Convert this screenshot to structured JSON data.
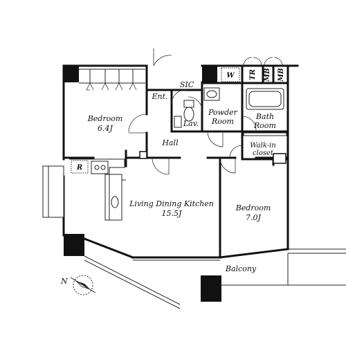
{
  "rooms": {
    "bedroom1": {
      "name": "Bedroom",
      "size": "6.4J"
    },
    "entrance": "Ent.",
    "sic": "SIC",
    "washer": "W",
    "trunk_room": "TR",
    "meter_box1": "MB",
    "meter_box2": "MB",
    "lavatory": "Lav.",
    "powder_room": [
      "Powder",
      "Room"
    ],
    "bath_room": [
      "Bath",
      "Room"
    ],
    "hall": "Hall",
    "walk_in_closet": [
      "Walk-in",
      "closet"
    ],
    "refrigerator": "R",
    "ldk": {
      "name": "Living Dining Kitchen",
      "size": "15.5J"
    },
    "bedroom2": {
      "name": "Bedroom",
      "size": "7.0J"
    },
    "balcony": "Balcony"
  },
  "compass": {
    "label": "N"
  }
}
